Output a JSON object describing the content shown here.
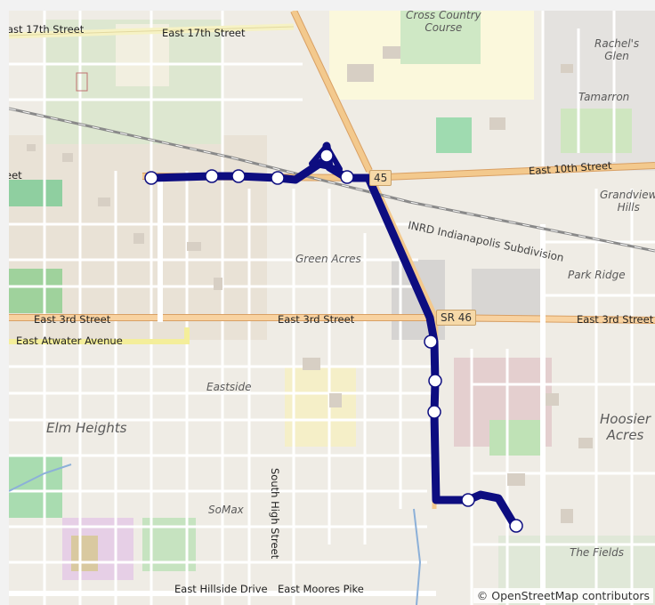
{
  "map": {
    "labels": {
      "e17_left": "ast 17th Street",
      "e17_right": "East 17th Street",
      "cross_country": "Cross Country\nCourse",
      "rachels_glen": "Rachel's\nGlen",
      "tamarron": "Tamarron",
      "east10": "East 10th Street",
      "eet": "eet",
      "grandview": "Grandview\nHills",
      "inrd": "INRD Indianapolis Subdivision",
      "green_acres": "Green Acres",
      "park_ridge": "Park Ridge",
      "e3_left": "East 3rd Street",
      "e3_mid": "East 3rd Street",
      "e3_right": "East 3rd Street",
      "atwater": "East Atwater Avenue",
      "eastside": "Eastside",
      "elm_heights": "Elm Heights",
      "hoosier_acres": "Hoosier\nAcres",
      "somax": "SoMax",
      "south_high": "South High Street",
      "the_fields": "The Fields",
      "hillside": "East Hillside Drive",
      "moores_pike": "East Moores Pike",
      "sr46": "SR 46",
      "shield_45": "45"
    },
    "attribution": "© OpenStreetMap contributors"
  },
  "route": {
    "color": "#0d0d80",
    "stop_count": 11
  }
}
